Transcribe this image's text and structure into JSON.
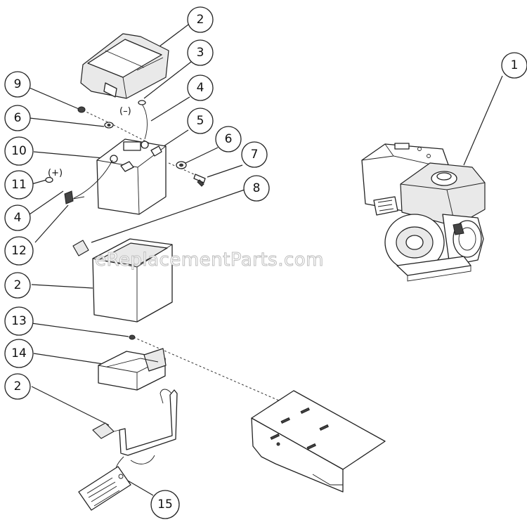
{
  "watermark": "eReplacementParts.com",
  "polarity": {
    "negative": "(–)",
    "positive": "(+)"
  },
  "callouts": [
    {
      "id": "c1",
      "label": "1"
    },
    {
      "id": "c2a",
      "label": "2"
    },
    {
      "id": "c3",
      "label": "3"
    },
    {
      "id": "c4a",
      "label": "4"
    },
    {
      "id": "c5",
      "label": "5"
    },
    {
      "id": "c6a",
      "label": "6"
    },
    {
      "id": "c6b",
      "label": "6"
    },
    {
      "id": "c7",
      "label": "7"
    },
    {
      "id": "c8",
      "label": "8"
    },
    {
      "id": "c9",
      "label": "9"
    },
    {
      "id": "c10",
      "label": "10"
    },
    {
      "id": "c11",
      "label": "11"
    },
    {
      "id": "c4b",
      "label": "4"
    },
    {
      "id": "c12",
      "label": "12"
    },
    {
      "id": "c2b",
      "label": "2"
    },
    {
      "id": "c13",
      "label": "13"
    },
    {
      "id": "c14",
      "label": "14"
    },
    {
      "id": "c2c",
      "label": "2"
    },
    {
      "id": "c15",
      "label": "15"
    }
  ],
  "parts": [
    {
      "id": "engine",
      "icon": "engine-icon"
    },
    {
      "id": "battery-cover",
      "icon": "battery-cover-icon"
    },
    {
      "id": "battery",
      "icon": "battery-icon"
    },
    {
      "id": "battery-box",
      "icon": "battery-box-icon"
    },
    {
      "id": "battery-tray",
      "icon": "battery-tray-icon"
    },
    {
      "id": "hold-down-strap",
      "icon": "strap-icon"
    },
    {
      "id": "warning-tag",
      "icon": "tag-icon"
    },
    {
      "id": "frame-plate",
      "icon": "frame-plate-icon"
    }
  ]
}
